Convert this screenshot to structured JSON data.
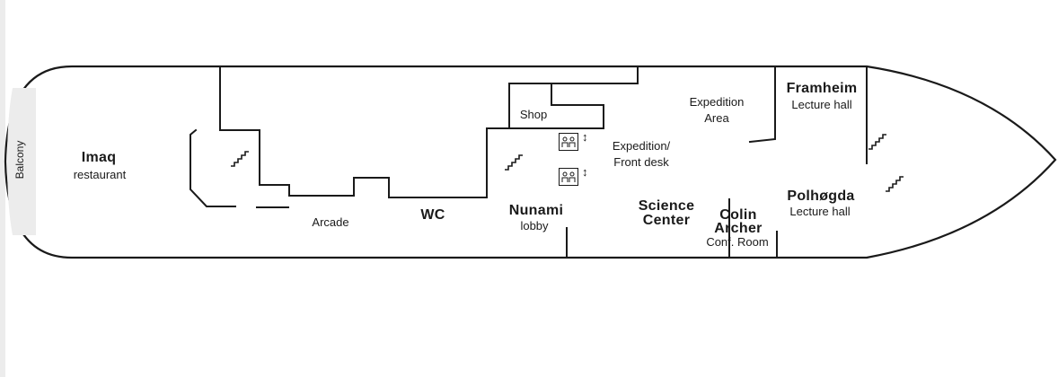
{
  "rooms": {
    "balcony": "Balcony",
    "imaq_name": "Imaq",
    "imaq_sub": "restaurant",
    "arcade": "Arcade",
    "wc": "WC",
    "shop": "Shop",
    "nunami_name": "Nunami",
    "nunami_sub": "lobby",
    "expedition_area": [
      "Expedition",
      "Area"
    ],
    "expedition_desk": [
      "Expedition/",
      "Front desk"
    ],
    "science_center": [
      "Science",
      "Center"
    ],
    "colin_archer": [
      "Colin",
      "Archer"
    ],
    "colin_archer_sub": "Conf. Room",
    "framheim_name": "Framheim",
    "framheim_sub": "Lecture hall",
    "polhogda_name": "Polhøgda",
    "polhogda_sub": "Lecture hall"
  },
  "icons": {
    "elevator": "elevator-icon",
    "stairs": "stairs-icon",
    "up_down": "↕"
  },
  "colors": {
    "balcony_fill": "#ececec",
    "wall": "#1a1a1a",
    "background": "#ffffff"
  }
}
